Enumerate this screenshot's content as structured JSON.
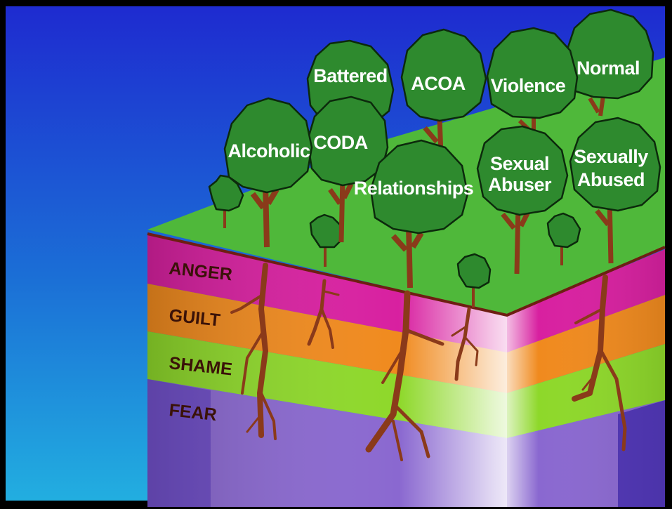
{
  "trees": [
    {
      "id": "alcoholic",
      "label_lines": [
        "Alcoholic"
      ]
    },
    {
      "id": "coda",
      "label_lines": [
        "CODA"
      ]
    },
    {
      "id": "battered",
      "label_lines": [
        "Battered"
      ]
    },
    {
      "id": "acoa",
      "label_lines": [
        "ACOA"
      ]
    },
    {
      "id": "violence",
      "label_lines": [
        "Violence"
      ]
    },
    {
      "id": "normal",
      "label_lines": [
        "Normal"
      ]
    },
    {
      "id": "relationships",
      "label_lines": [
        "Relationships"
      ]
    },
    {
      "id": "sexual-abuser",
      "label_lines": [
        "Sexual",
        "Abuser"
      ]
    },
    {
      "id": "sexually-abused",
      "label_lines": [
        "Sexually",
        "Abused"
      ]
    }
  ],
  "layers": [
    {
      "id": "anger",
      "label": "ANGER",
      "color": "#d820a0"
    },
    {
      "id": "guilt",
      "label": "GUILT",
      "color": "#f08a1e"
    },
    {
      "id": "shame",
      "label": "SHAME",
      "color": "#8ed82a"
    },
    {
      "id": "fear",
      "label": "FEAR",
      "color": "#8a68d0"
    }
  ],
  "colors": {
    "sky_top": "#1f2ecf",
    "sky_bottom": "#1aa6dc",
    "ground": "#4fb83a",
    "foliage": "#2e8a2e",
    "foliage_edge": "#0c2a0c",
    "root": "#8a3a1a",
    "frame": "#000000"
  }
}
